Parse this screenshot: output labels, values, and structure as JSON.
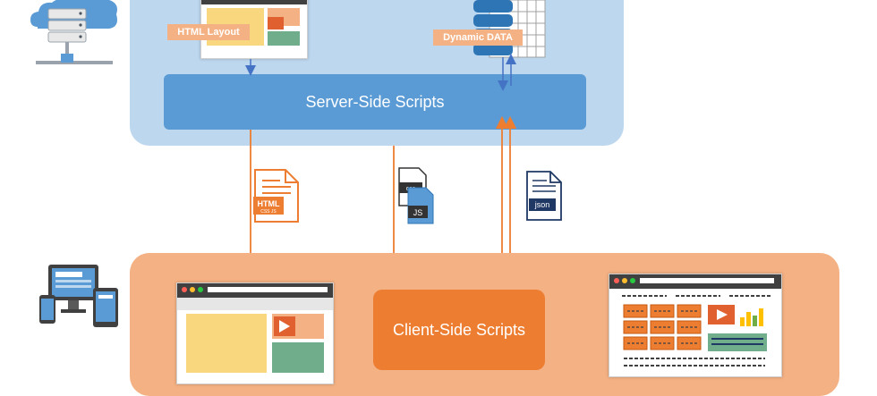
{
  "server_panel": {
    "html_layout_label": "HTML Layout",
    "dynamic_data_label": "Dynamic DATA",
    "server_scripts_label": "Server-Side Scripts"
  },
  "files": {
    "html_file_label": "HTML",
    "html_file_sub": "CSS JS",
    "css_label": "css",
    "js_label": "JS",
    "json_label": "json"
  },
  "client_panel": {
    "client_scripts_label": "Client-Side Scripts"
  },
  "colors": {
    "server_panel": "#bdd7ee",
    "server_bar": "#5b9bd5",
    "client_panel": "#f4b183",
    "client_box": "#ed7d31",
    "arrow_orange": "#ed7d31",
    "arrow_blue": "#4472c4"
  }
}
